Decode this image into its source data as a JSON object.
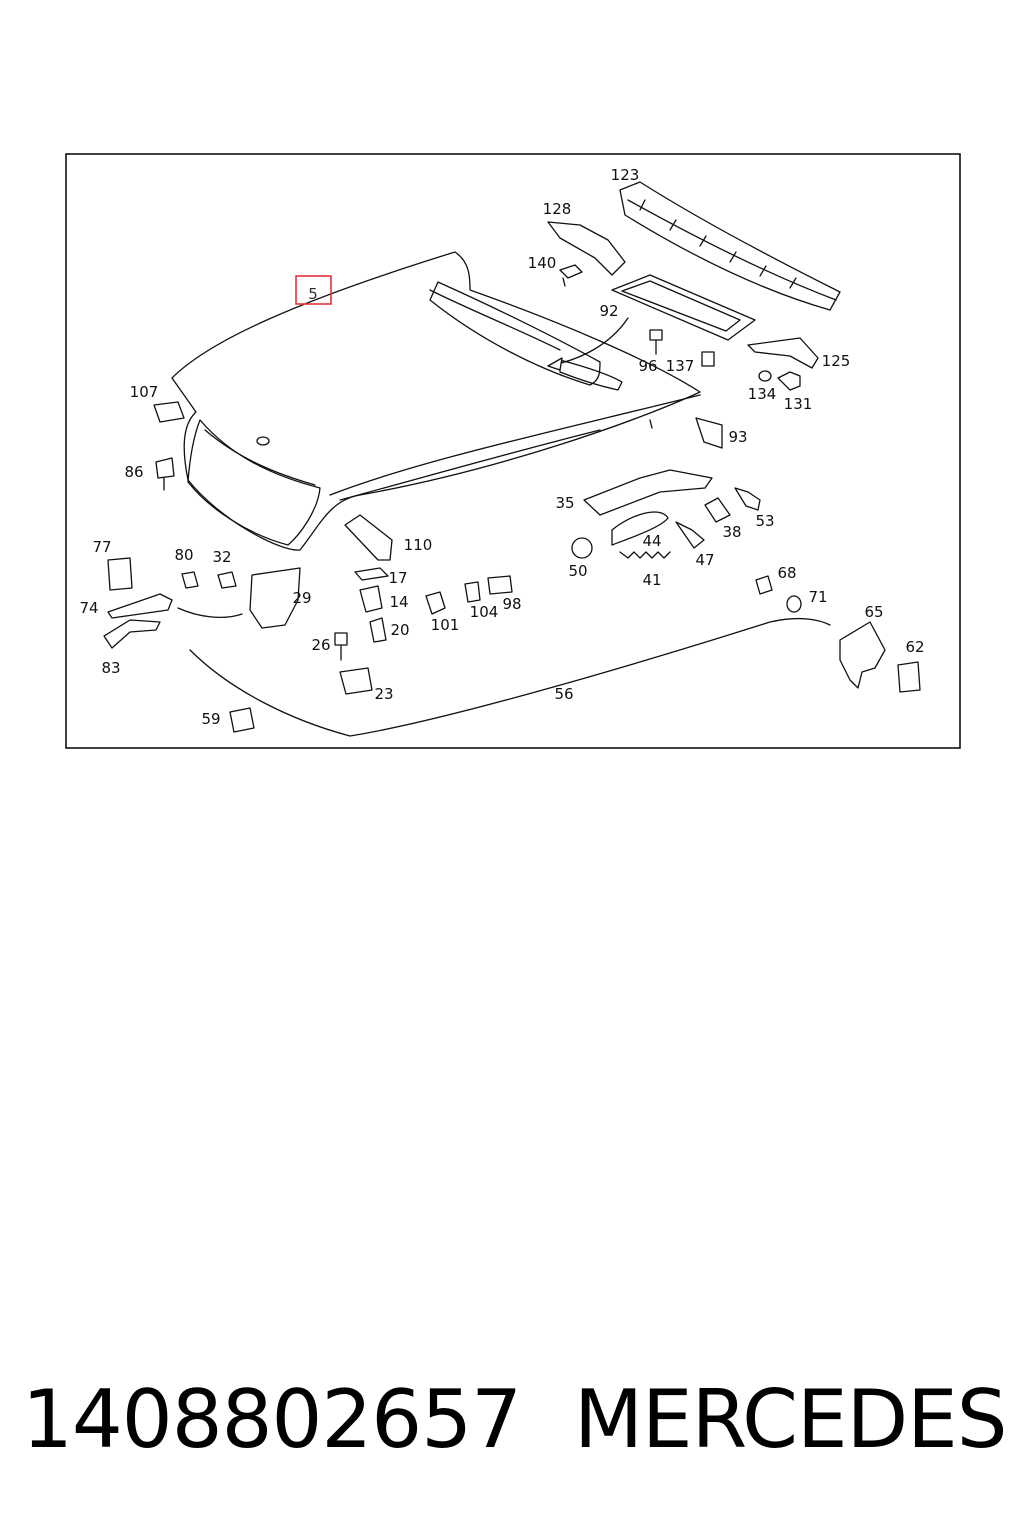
{
  "footer": {
    "part_number": "1408802657",
    "brand": "MERCEDES"
  },
  "diagram": {
    "highlighted_callout": "5",
    "highlight_color": "#e0343a",
    "callouts": [
      "123",
      "128",
      "140",
      "92",
      "96",
      "137",
      "125",
      "134",
      "131",
      "107",
      "86",
      "93",
      "35",
      "53",
      "38",
      "44",
      "47",
      "50",
      "41",
      "77",
      "80",
      "32",
      "29",
      "74",
      "83",
      "110",
      "17",
      "14",
      "20",
      "26",
      "23",
      "101",
      "104",
      "98",
      "68",
      "71",
      "65",
      "62",
      "56",
      "59"
    ]
  }
}
